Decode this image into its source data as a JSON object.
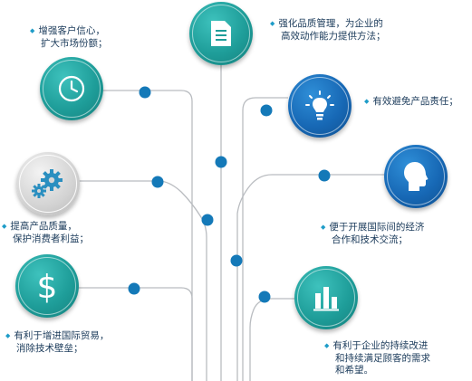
{
  "nodes": [
    {
      "id": "confidence",
      "icon": "clock-icon",
      "color": "teal",
      "lines": [
        "增强客户信心，",
        "扩大市场份额；"
      ]
    },
    {
      "id": "quality-management",
      "icon": "document-icon",
      "color": "teal",
      "lines": [
        "强化品质管理，为企业的",
        "高效动作能力提供方法；"
      ]
    },
    {
      "id": "product-liability",
      "icon": "lightbulb-icon",
      "color": "blue",
      "lines": [
        "有效避免产品责任；"
      ]
    },
    {
      "id": "product-quality",
      "icon": "gears-icon",
      "color": "gray",
      "lines": [
        "提高产品质量，",
        "保护消费者利益；"
      ]
    },
    {
      "id": "international-exchange",
      "icon": "head-profile-icon",
      "color": "blue",
      "lines": [
        "便于开展国际间的经济",
        "合作和技术交流；"
      ]
    },
    {
      "id": "international-trade",
      "icon": "dollar-icon",
      "color": "teal",
      "lines": [
        "有利于增进国际贸易，",
        "消除技术壁垒；"
      ]
    },
    {
      "id": "continuous-improvement",
      "icon": "bar-chart-icon",
      "color": "teal",
      "lines": [
        "有利于企业的持续改进",
        "和持续满足顾客的需求",
        "和希望。"
      ]
    }
  ],
  "colors": {
    "teal": "#1e9d99",
    "blue": "#1768b5",
    "gray": "#c4c4c4",
    "line": "#b9bcc0",
    "dot": "#1479b8",
    "text": "#1a3a5a",
    "bullet": "#1e9cc8"
  }
}
